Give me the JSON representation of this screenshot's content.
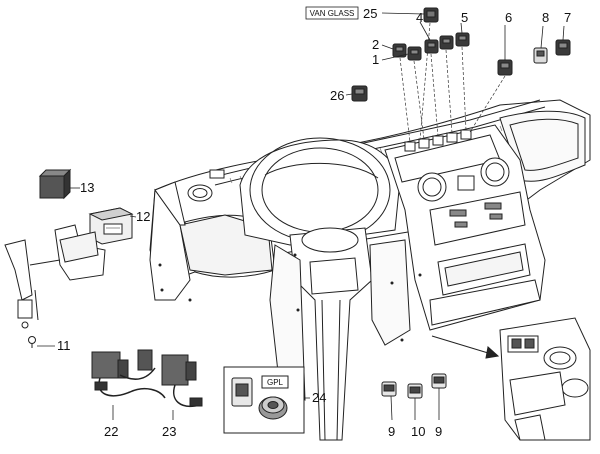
{
  "diagram": {
    "callouts": [
      {
        "id": "c25",
        "label": "25"
      },
      {
        "id": "c4",
        "label": "4"
      },
      {
        "id": "c5",
        "label": "5"
      },
      {
        "id": "c6",
        "label": "6"
      },
      {
        "id": "c8",
        "label": "8"
      },
      {
        "id": "c7",
        "label": "7"
      },
      {
        "id": "c2",
        "label": "2"
      },
      {
        "id": "c1",
        "label": "1"
      },
      {
        "id": "c26",
        "label": "26"
      },
      {
        "id": "c13",
        "label": "13"
      },
      {
        "id": "c12",
        "label": "12"
      },
      {
        "id": "c11",
        "label": "11"
      },
      {
        "id": "c22",
        "label": "22"
      },
      {
        "id": "c23",
        "label": "23"
      },
      {
        "id": "c24",
        "label": "24"
      },
      {
        "id": "c9a",
        "label": "9"
      },
      {
        "id": "c10",
        "label": "10"
      },
      {
        "id": "c9b",
        "label": "9"
      }
    ],
    "tags": {
      "van_glass": "VAN GLASS",
      "gpl": "GPL"
    },
    "colors": {
      "line": "#222222",
      "light_fill": "#f2f2f2",
      "mid_fill": "#c8c8c8",
      "dark_fill": "#555555",
      "switch_fill": "#3a3a3a"
    }
  }
}
